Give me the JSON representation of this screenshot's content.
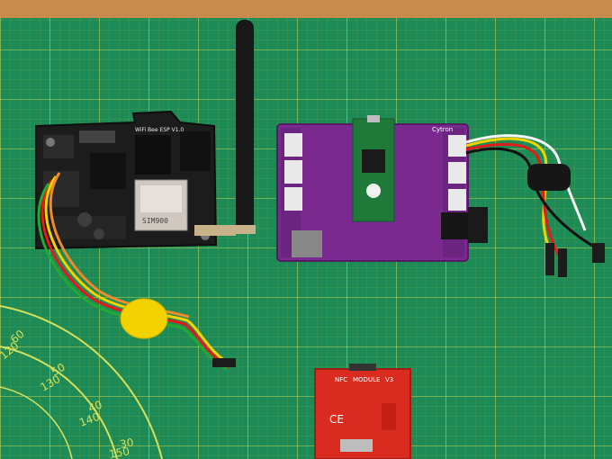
{
  "photo": {
    "colors": {
      "mat": "#1e8a55",
      "mat_grid": "#c9d64a",
      "wood": "#c98a4e",
      "esp_board": "#1c1c1c",
      "pico_carrier": "#7a2a8e",
      "pico": "#1f7a3a",
      "nfc_module": "#d92b1f",
      "sim_module": "#cfc7c0",
      "grommet": "#f2d200"
    },
    "labels": {
      "esp_board_title": "WiFi Bee ESP V1.0",
      "sim_chip": "SIM900",
      "carrier_brand": "Cytron",
      "nfc_title_1": "NFC",
      "nfc_title_2": "MODULE",
      "nfc_title_3": "V3",
      "nfc_ce": "CE"
    },
    "protractor_numbers": [
      "60",
      "120",
      "50",
      "130",
      "40",
      "140",
      "30",
      "150"
    ]
  }
}
